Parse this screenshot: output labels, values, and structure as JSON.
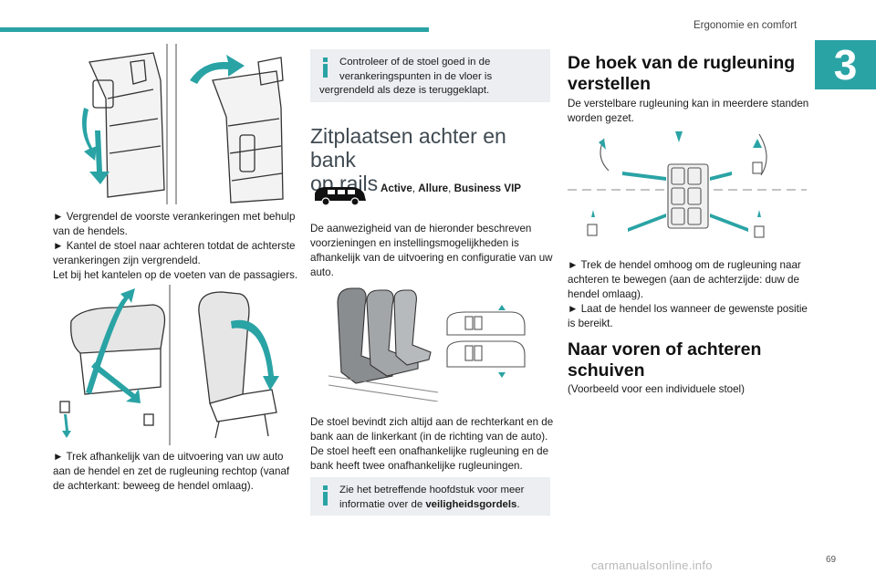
{
  "header": {
    "section_title": "Ergonomie en comfort",
    "chapter_number": "3"
  },
  "left_column": {
    "paragraph_1": [
      "► Vergrendel de voorste verankeringen met behulp",
      "van de hendels.",
      "► Kantel de stoel naar achteren totdat de achterste",
      "verankeringen zijn vergrendeld.",
      "Let bij het kantelen op de voeten van de passagiers."
    ],
    "paragraph_2": [
      "► Trek afhankelijk van de uitvoering van uw auto",
      "aan de hendel en zet de rugleuning rechtop (vanaf",
      "de achterkant: beweeg de hendel omlaag)."
    ]
  },
  "middle_column": {
    "note_1": [
      "Controleer of de stoel goed in de",
      "verankeringspunten in de vloer is",
      "vergrendeld als deze is teruggeklapt."
    ],
    "heading": [
      "Zitplaatsen achter en bank",
      "op rails"
    ],
    "trims": {
      "a": "Active",
      "b": "Allure",
      "c": "Business VIP",
      "sep": ", "
    },
    "paragraph_1": [
      "De aanwezigheid van de hieronder beschreven",
      "voorzieningen en instellingsmogelijkheden is",
      "afhankelijk van de uitvoering en configuratie van uw",
      "auto."
    ],
    "paragraph_2": [
      "De stoel bevindt zich altijd aan de rechterkant en de",
      "bank aan de linkerkant (in de richting van de auto).",
      "De stoel heeft een onafhankelijke rugleuning en de",
      "bank heeft twee onafhankelijke rugleuningen."
    ],
    "note_2": {
      "line_1": "Zie het betreffende hoofdstuk voor meer",
      "line_2_prefix": "informatie over de ",
      "line_2_bold": "veiligheidsgordels",
      "line_2_suffix": "."
    }
  },
  "right_column": {
    "heading_1": [
      "De hoek van de rugleuning",
      "verstellen"
    ],
    "paragraph_1": [
      "De verstelbare rugleuning kan in meerdere standen",
      "worden gezet."
    ],
    "paragraph_2": [
      "► Trek de hendel omhoog om de rugleuning naar",
      "achteren te bewegen (aan de achterzijde: duw de",
      "hendel omlaag).",
      "► Laat de hendel los wanneer de gewenste positie",
      "is bereikt."
    ],
    "heading_2": [
      "Naar voren of achteren",
      "schuiven"
    ],
    "paragraph_3": "(Voorbeeld voor een individuele stoel)"
  },
  "footer": {
    "page_number": "69",
    "watermark": "carmanualsonline.info"
  },
  "colors": {
    "accent": "#2aa3a5",
    "note_bg": "#eceef1",
    "heading_gray": "#3f4a52"
  }
}
